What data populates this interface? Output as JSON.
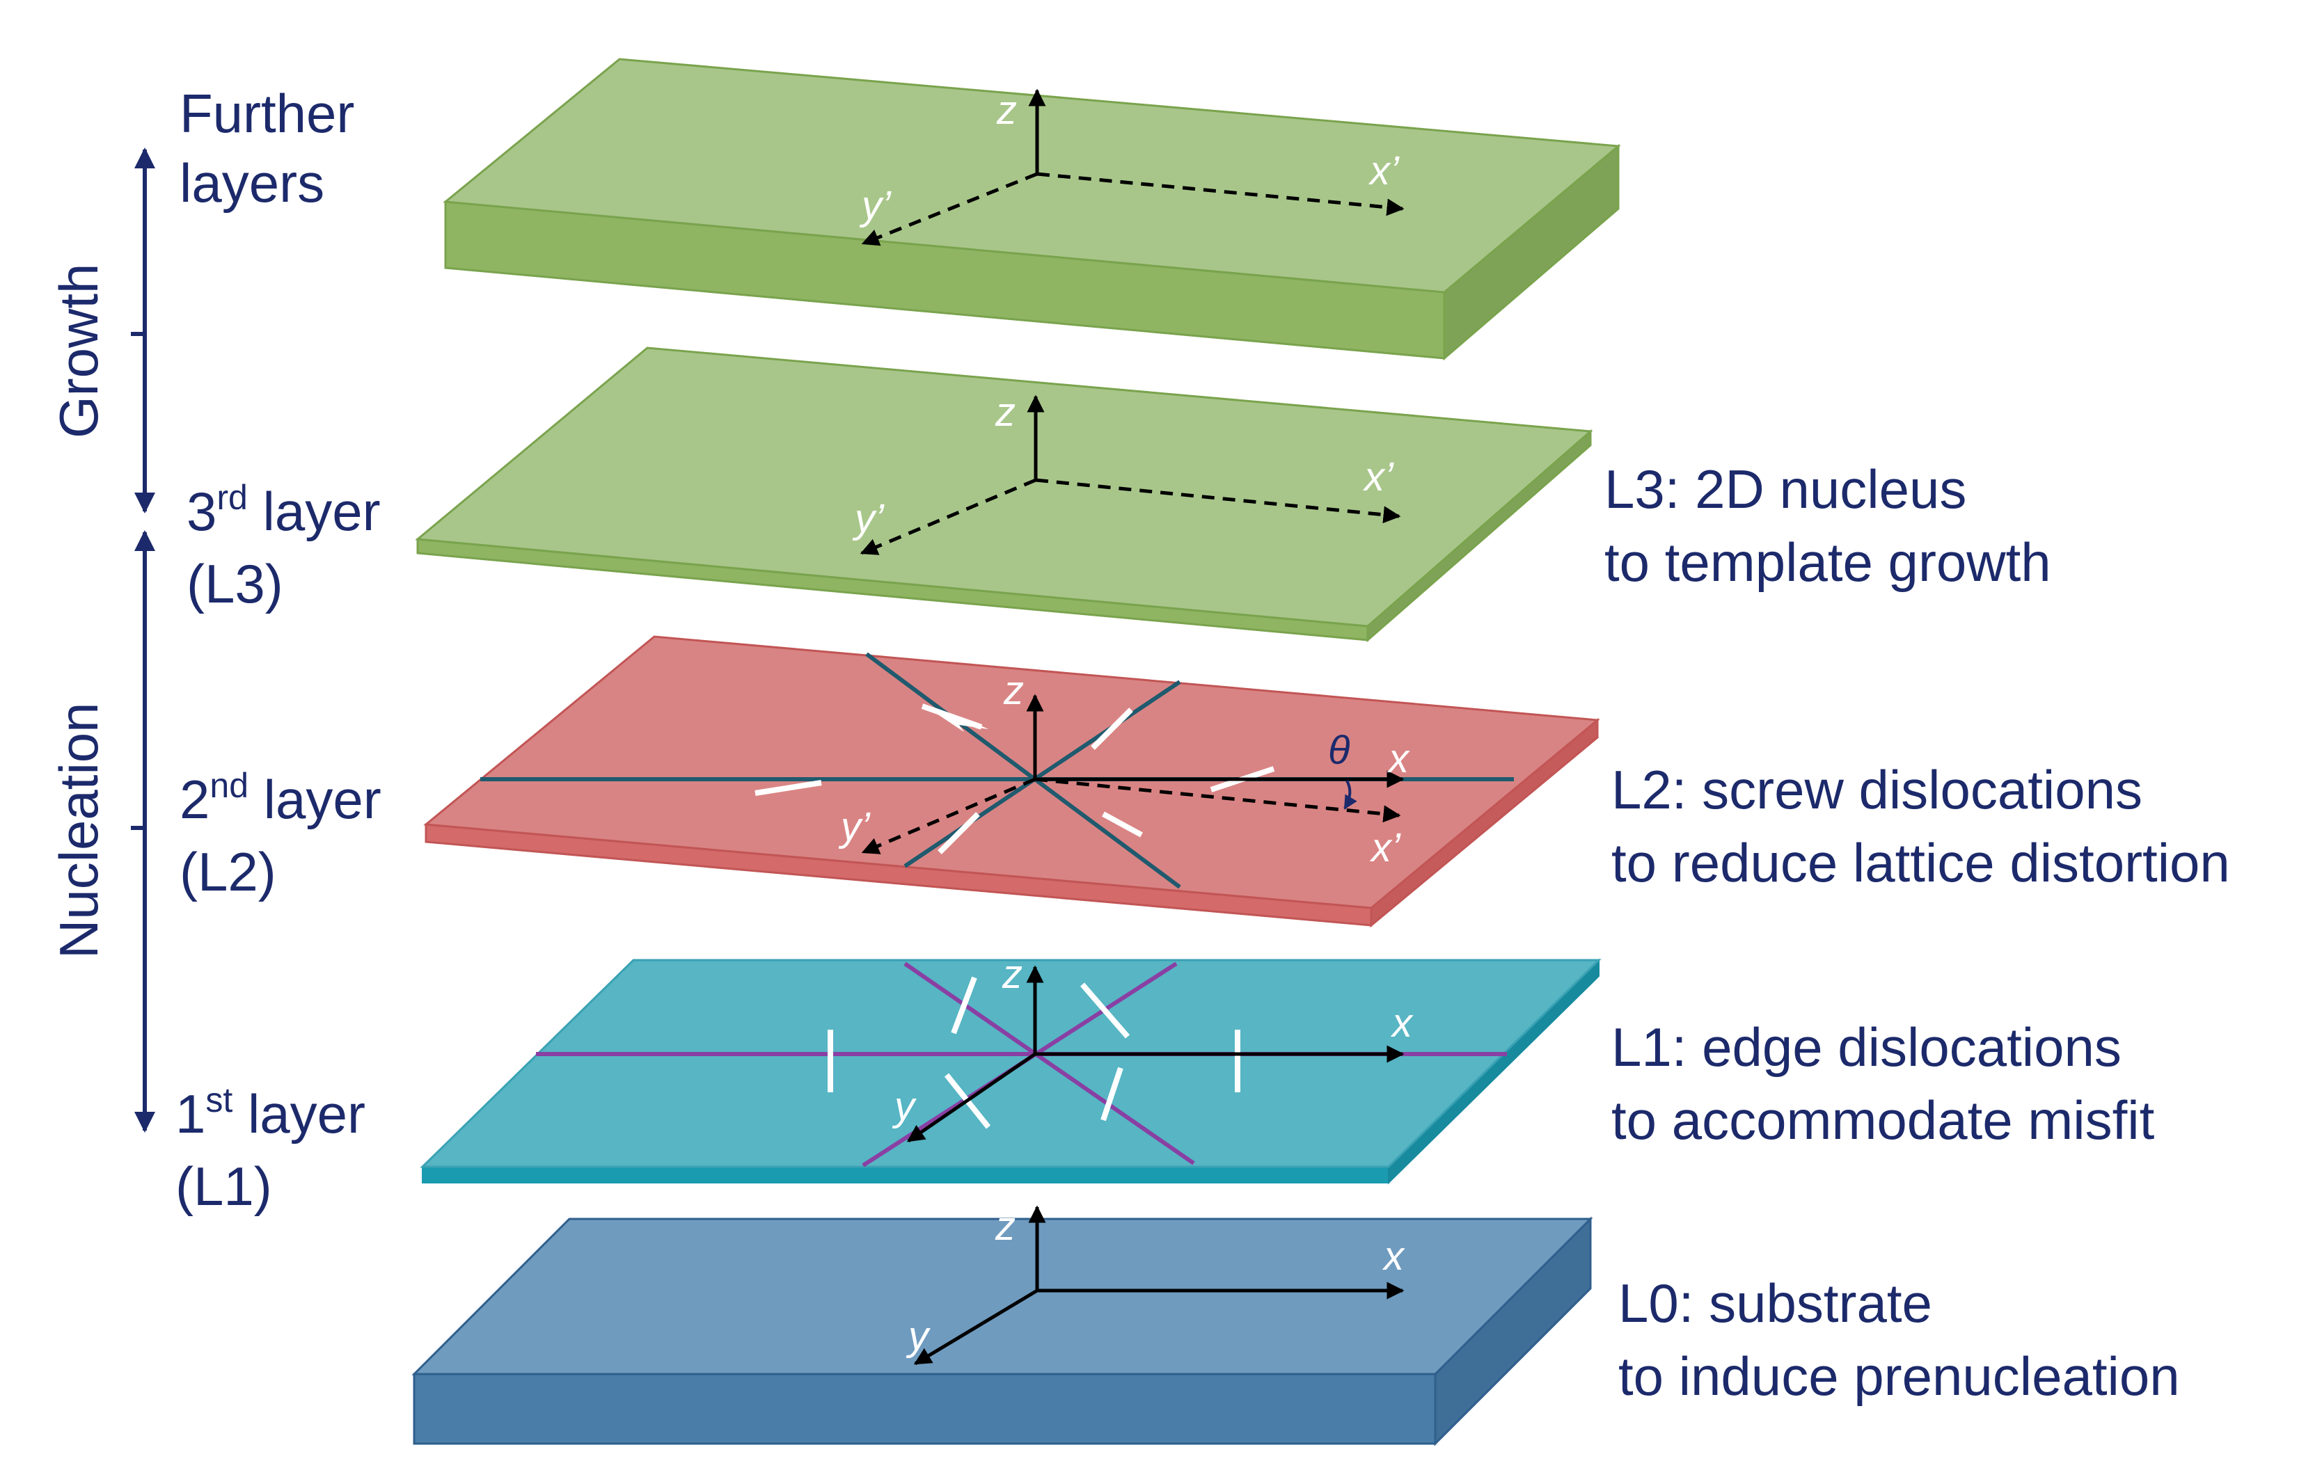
{
  "left_labels": {
    "further_line1": "Further",
    "further_line2": "layers",
    "l3_num": "3",
    "l3_sup": "rd",
    "l3_word": " layer",
    "l3_code": "(L3)",
    "l2_num": "2",
    "l2_sup": "nd",
    "l2_word": " layer",
    "l2_code": "(L2)",
    "l1_num": "1",
    "l1_sup": "st",
    "l1_word": " layer",
    "l1_code": "(L1)"
  },
  "phases": {
    "growth": "Growth",
    "nucleation": "Nucleation"
  },
  "descriptions": {
    "l3_line1": "L3: 2D nucleus",
    "l3_line2": "to template growth",
    "l2_line1": "L2: screw dislocations",
    "l2_line2": "to reduce lattice distortion",
    "l1_line1": "L1: edge dislocations",
    "l1_line2": "to accommodate misfit",
    "l0_line1": "L0: substrate",
    "l0_line2": "to induce prenucleation"
  },
  "axes": {
    "z": "z",
    "x": "x",
    "y": "y",
    "x_prime": "x’",
    "y_prime": "y’",
    "theta": "θ"
  },
  "colors": {
    "green_top": "#a8c68a",
    "green_side": "#8fb562",
    "green_edge": "#7aa34d",
    "red_top": "#d98484",
    "red_side": "#d46a6a",
    "red_edge": "#c25555",
    "teal_top": "#57b5c4",
    "teal_side": "#1a9bb0",
    "blue_top": "#6f9bbf",
    "blue_side": "#4a7ea8",
    "blue_edge": "#2f5f8d",
    "dislocation_screw": "#1f5a6e",
    "dislocation_edge": "#8a3fa3",
    "text": "#1c2a6b"
  }
}
